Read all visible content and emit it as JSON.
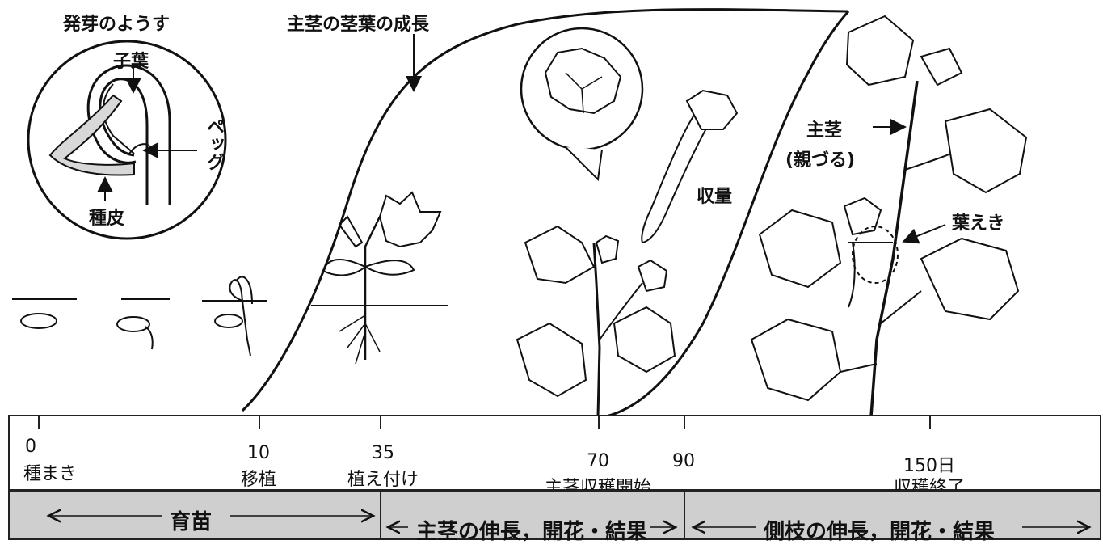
{
  "diagram": {
    "germination_title": "発芽のようす",
    "cotyledon": "子葉",
    "peg": "ペッグ",
    "seed_coat": "種皮",
    "main_stem_leaf_growth": "主茎の茎葉の成長",
    "harvest_amount": "収量",
    "main_stem": "主茎",
    "main_stem_paren": "(親づる)",
    "leaf_axil": "葉えき"
  },
  "timeline": {
    "ticks": [
      {
        "day": "0",
        "event": "種まき"
      },
      {
        "day": "10",
        "event": "移植"
      },
      {
        "day": "35",
        "event": "植え付け"
      },
      {
        "day": "70",
        "event": "主茎収穫開始"
      },
      {
        "day": "90",
        "event": ""
      },
      {
        "day": "150日",
        "event": "収穫終了"
      }
    ]
  },
  "stages": [
    {
      "label": "育苗"
    },
    {
      "label": "主茎の伸長，開花・結果"
    },
    {
      "label": "側枝の伸長，開花・結果"
    }
  ]
}
